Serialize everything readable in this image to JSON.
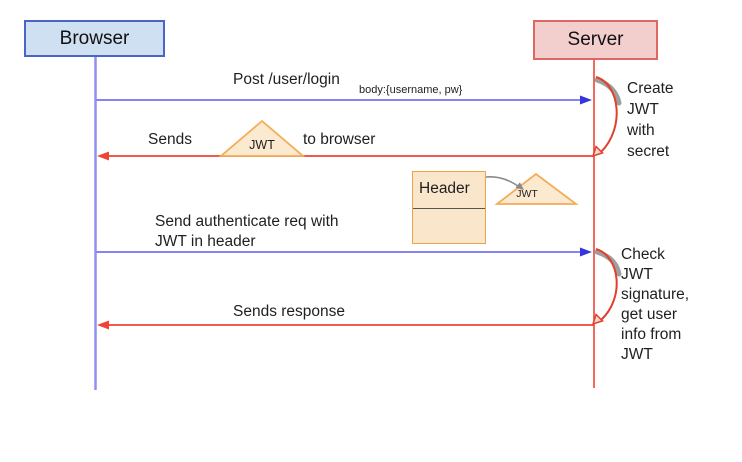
{
  "diagram": {
    "type": "sequence-diagram",
    "topic": "JWT authentication flow",
    "actors": {
      "browser": "Browser",
      "server": "Server"
    },
    "messages": {
      "post_login": "Post /user/login",
      "post_login_body": "body:{username, pw}",
      "sends_prefix": "Sends",
      "sends_suffix": "to browser",
      "auth_req": "Send authenticate req with\nJWT in header",
      "sends_response": "Sends response"
    },
    "notes": {
      "create_jwt": "Create\nJWT\nwith\nsecret",
      "check_jwt": "Check\nJWT\nsignature,\nget user\ninfo from\nJWT"
    },
    "tokens": {
      "jwt_triangle_1": "JWT",
      "jwt_triangle_2": "JWT"
    },
    "header_box": {
      "label": "Header"
    },
    "colors": {
      "browser_fill": "#cfe0f3",
      "browser_border": "#4a65c9",
      "server_fill": "#f2cecc",
      "server_border": "#e06662",
      "blue_line": "#8585ef",
      "blue_arrowhead": "#3535e0",
      "red_line": "#ed4434",
      "token_fill": "#fbe9d0",
      "token_border": "#f3ad58",
      "note_text": "#1f1f1f",
      "gray_curve": "#8a8a8a"
    }
  }
}
